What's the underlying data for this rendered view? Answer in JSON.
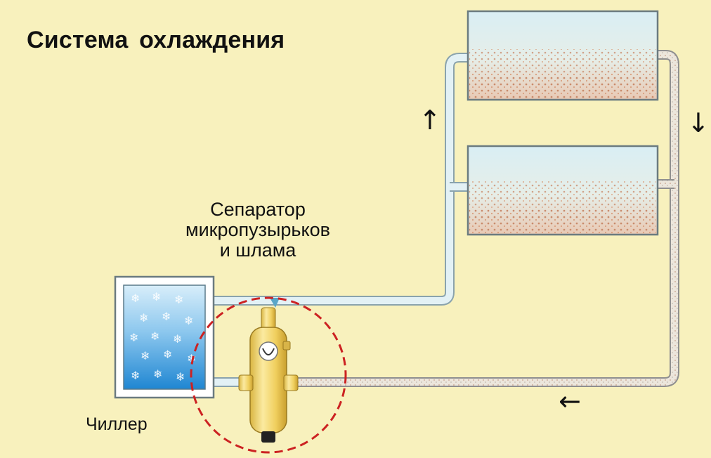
{
  "title": "Система  охлаждения",
  "separator_label": {
    "line1": "Сепаратор",
    "line2": "микропузырьков",
    "line3": "и  шлама"
  },
  "chiller_label": "Чиллер",
  "arrows": {
    "up": "↑",
    "down": "↓",
    "left": "←"
  },
  "colors": {
    "background": "#f8f1bd",
    "pipe_clean": "#dfeef2",
    "pipe_dirty": "#e9e2d6",
    "sediment": "#c98a6a",
    "chiller_water": "#2f93d6",
    "separator_body": "#f2d46a",
    "highlight_circle": "#cc2222"
  }
}
